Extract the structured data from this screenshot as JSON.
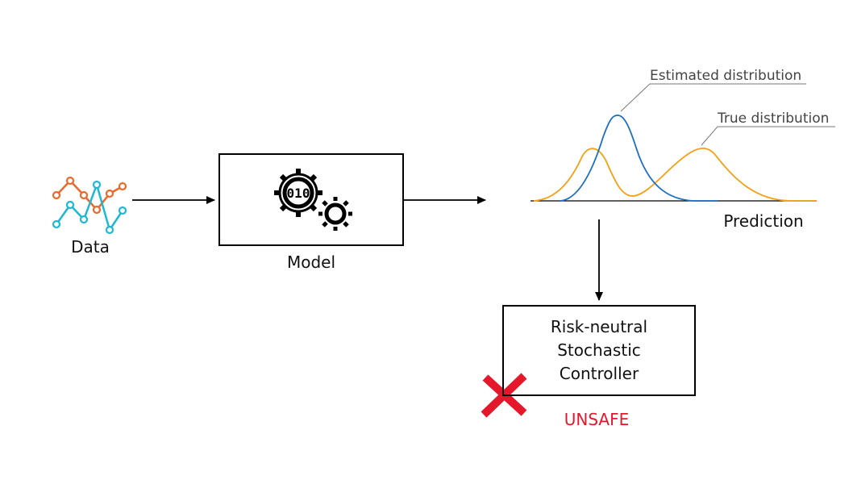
{
  "labels": {
    "data": "Data",
    "model": "Model",
    "prediction": "Prediction",
    "estimated": "Estimated distribution",
    "true": "True distribution"
  },
  "model_icon_text": "010",
  "controller": {
    "line1": "Risk-neutral",
    "line2": "Stochastic",
    "line3": "Controller"
  },
  "status": "UNSAFE",
  "colors": {
    "estimated": "#1a6fc4",
    "true": "#f4a012",
    "data_orange": "#e86a2c",
    "data_cyan": "#1fb8d4",
    "unsafe": "#e4182a"
  },
  "icons": [
    "line-chart-icon",
    "gears-icon",
    "cross-icon"
  ]
}
